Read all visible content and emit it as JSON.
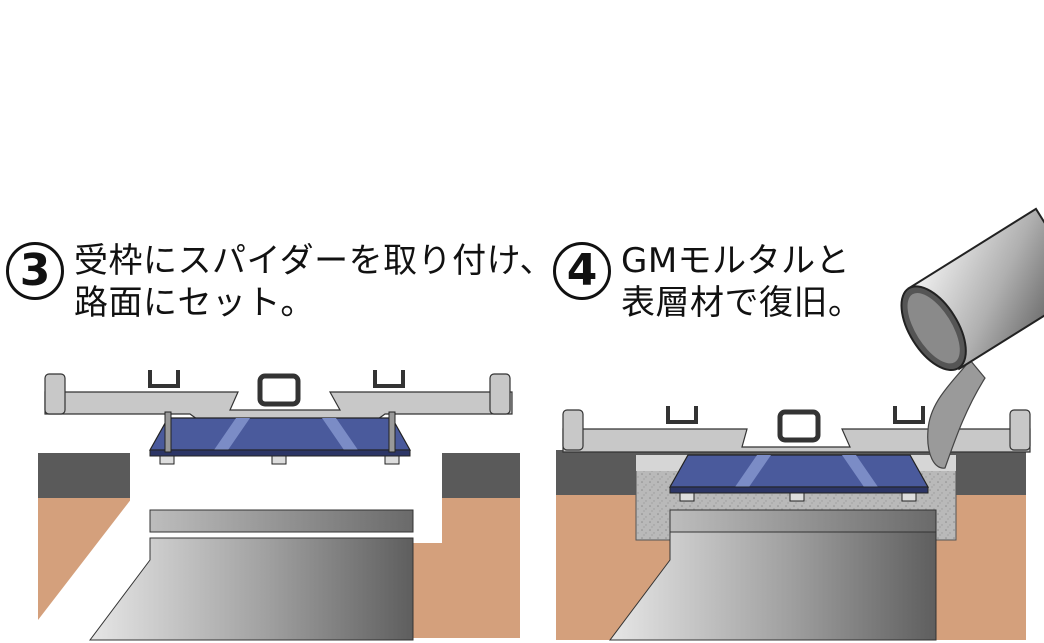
{
  "steps": [
    {
      "number": "3",
      "line1": "受枠にスパイダーを取り付け、",
      "line2": "路面にセット。"
    },
    {
      "number": "4",
      "line1": "GMモルタルと",
      "line2": "表層材で復旧。"
    }
  ],
  "colors": {
    "asphalt": "#5a5a5a",
    "soil": "#d4a07c",
    "frame": "#c8c8c8",
    "spider": "#4a5a9c",
    "pipe_dark": "#6a6a6a",
    "pipe_light": "#d8d8d8",
    "mortar": "#b8b8b8"
  }
}
